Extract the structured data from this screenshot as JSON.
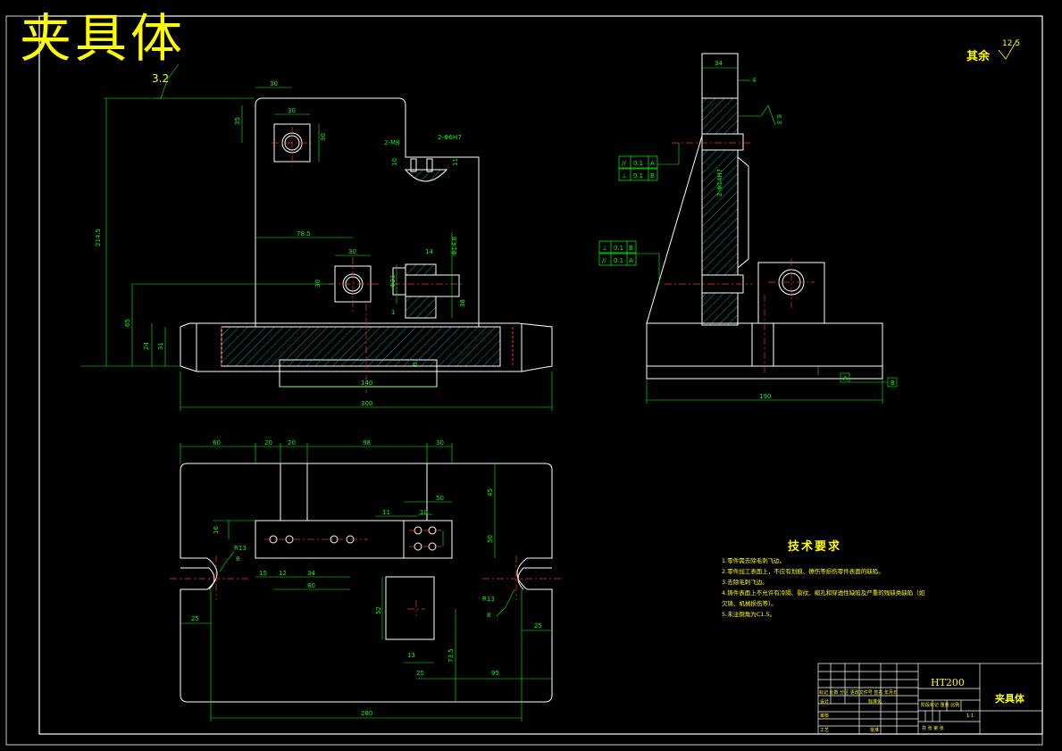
{
  "title": "夹具体",
  "surface_roughness": {
    "rough_32": "3.2",
    "rough_63": "6.3",
    "rest_label": "其余",
    "rest_value": "12.5"
  },
  "front_view_dims": {
    "d30_top": "30",
    "d30_a": "30",
    "d30_b": "30",
    "d35": "35",
    "d2m8": "2-M8",
    "d2phi6h7": "2-Φ6H7",
    "d10": "10",
    "d11": "11",
    "d214_5": "214.5",
    "d78_5": "78.5",
    "d30_c": "30",
    "d30_d": "30",
    "d14": "14",
    "d14_8": "Φ14.8",
    "d24_5": "24.5",
    "d21": "Φ21",
    "d1": "1",
    "d38": "38",
    "d65": "65",
    "d24": "24",
    "d31": "31",
    "d0": "0",
    "d140": "140",
    "d300": "300"
  },
  "side_view_dims": {
    "d34": "34",
    "d4": "4",
    "d2phi14": "2-Φ14H7",
    "d190": "190",
    "datum_a": "A",
    "datum_b": "B"
  },
  "tolerance_frames": [
    {
      "symbol": "//",
      "value": "0.1",
      "datum": "A"
    },
    {
      "symbol": "⊥",
      "value": "0.1",
      "datum": "B"
    },
    {
      "symbol": "⊥",
      "value": "0.1",
      "datum": "B"
    },
    {
      "symbol": "//",
      "value": "0.1",
      "datum": "A"
    }
  ],
  "top_view_dims": {
    "d60": "60",
    "d20a": "20",
    "d20b": "20",
    "d98": "98",
    "d30": "30",
    "d45": "45",
    "d50a": "50",
    "d50b": "50",
    "d11": "11",
    "d10": "10",
    "d16": "16",
    "d15": "15",
    "d12": "12",
    "d34": "34",
    "d80": "80",
    "dr13a": "R13",
    "d8a": "8",
    "dr13b": "R13",
    "d8b": "8",
    "d25a": "25",
    "d25b": "25",
    "d52": "52",
    "d13": "13",
    "d73_5": "73.5",
    "d25c": "25",
    "d95": "95",
    "d280": "280"
  },
  "tech_req": {
    "title": "技术要求",
    "items": [
      "1.零件需去除毛刺飞边。",
      "2.零件加工表面上，不应有划痕、擦伤等损伤零件表面的缺陷。",
      "3.去除毛刺飞边。",
      "4.铸件表面上不允许有冷隔、裂纹、缩孔和穿透性缺陷及严重的残缺类缺陷（如",
      "  欠铸、机械损伤等）。",
      "5.未注倒角为C1.5。"
    ]
  },
  "title_block": {
    "material": "HT200",
    "part_name": "夹具体",
    "row_header": "标记 处数 分区 更改文件号 签名 年月日",
    "design": "设计",
    "standard": "标准化",
    "review": "审核",
    "process": "工艺",
    "approve": "批准",
    "stage_label": "阶段标记  重量  比例",
    "scale": "1:1",
    "sheet": "共   张  第   张"
  }
}
